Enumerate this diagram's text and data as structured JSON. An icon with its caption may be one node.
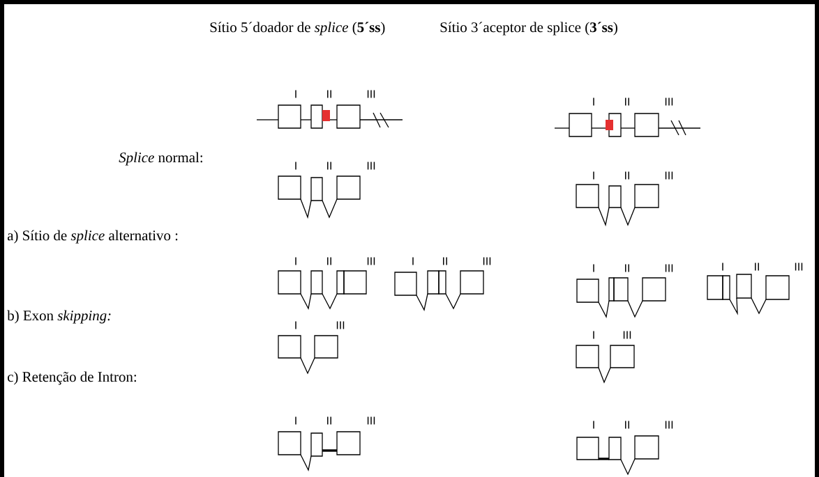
{
  "diagram": {
    "nodes": [
      {
        "text": [],
        "shape": "box",
        "beside": [
          "I"
        ]
      },
      {
        "text": [],
        "shape": "box",
        "beside": [
          "II"
        ]
      },
      {
        "text": [],
        "shape": "box"
      },
      {
        "text": [],
        "shape": "box",
        "beside": [
          "III"
        ]
      },
      {
        "text": [],
        "shape": "box",
        "beside": [
          "I"
        ]
      },
      {
        "text": [],
        "shape": "box"
      },
      {
        "text": [],
        "shape": "box",
        "beside": [
          "II"
        ]
      },
      {
        "text": [],
        "shape": "box",
        "beside": [
          "III"
        ]
      },
      {
        "text": [],
        "shape": "box",
        "beside": [
          "I"
        ]
      },
      {
        "text": [],
        "shape": "box",
        "beside": [
          "II"
        ]
      },
      {
        "text": [],
        "shape": "box",
        "beside": [
          "III"
        ]
      },
      {
        "text": [],
        "shape": "box",
        "beside": [
          "I"
        ]
      },
      {
        "text": [],
        "shape": "box",
        "beside": [
          "II"
        ]
      },
      {
        "text": [],
        "shape": "box",
        "beside": [
          "III"
        ]
      },
      {
        "text": [],
        "shape": "box",
        "beside": [
          "I"
        ]
      },
      {
        "text": [],
        "shape": "box",
        "beside": [
          "II"
        ]
      },
      {
        "text": [],
        "shape": "box"
      },
      {
        "text": [],
        "shape": "box",
        "beside": [
          "III"
        ]
      },
      {
        "text": [],
        "shape": "box",
        "beside": [
          "I"
        ]
      },
      {
        "text": [],
        "shape": "box",
        "beside": [
          "II"
        ]
      },
      {
        "text": [],
        "shape": "box"
      },
      {
        "text": [],
        "shape": "box",
        "beside": [
          "III"
        ]
      },
      {
        "text": [],
        "shape": "box",
        "beside": [
          "I"
        ]
      },
      {
        "text": [],
        "shape": "box"
      },
      {
        "text": [],
        "shape": "box",
        "beside": [
          "II"
        ]
      },
      {
        "text": [],
        "shape": "box",
        "beside": [
          "III"
        ]
      },
      {
        "text": [],
        "shape": "box",
        "beside": [
          "I"
        ]
      },
      {
        "text": [],
        "shape": "box"
      },
      {
        "text": [],
        "shape": "box",
        "beside": [
          "II"
        ]
      },
      {
        "text": [],
        "shape": "box",
        "beside": [
          "III"
        ]
      },
      {
        "text": [],
        "shape": "box",
        "beside": [
          "I"
        ]
      },
      {
        "text": [],
        "shape": "box",
        "beside": [
          "III"
        ]
      },
      {
        "text": [],
        "shape": "box",
        "beside": [
          "I"
        ]
      },
      {
        "text": [],
        "shape": "box",
        "beside": [
          "III"
        ]
      },
      {
        "text": [],
        "shape": "box",
        "beside": [
          "I"
        ]
      },
      {
        "text": [],
        "shape": "box",
        "beside": [
          "II"
        ]
      },
      {
        "text": [],
        "shape": "box",
        "beside": [
          "III"
        ]
      },
      {
        "text": [],
        "shape": "box",
        "beside": [
          "I"
        ]
      },
      {
        "text": [],
        "shape": "box",
        "beside": [
          "II"
        ]
      },
      {
        "text": [],
        "shape": "box",
        "beside": [
          "III"
        ]
      }
    ],
    "edges": [
      {
        "from": null,
        "to": 0,
        "arrow": "none"
      },
      {
        "from": 0,
        "to": 1,
        "arrow": "none"
      },
      {
        "from": 2,
        "to": 3,
        "arrow": "none"
      },
      {
        "from": 3,
        "to": null,
        "arrow": "none"
      },
      {
        "from": null,
        "to": 4,
        "arrow": "none"
      },
      {
        "from": 4,
        "to": 5,
        "arrow": "none"
      },
      {
        "from": 6,
        "to": 7,
        "arrow": "none"
      },
      {
        "from": 7,
        "to": null,
        "arrow": "none"
      },
      {
        "from": 8,
        "to": 9,
        "arrow": "none"
      },
      {
        "from": 9,
        "to": 10,
        "arrow": "none"
      },
      {
        "from": 11,
        "to": 12,
        "arrow": "none"
      },
      {
        "from": 12,
        "to": 13,
        "arrow": "none"
      },
      {
        "from": 14,
        "to": 15,
        "arrow": "none"
      },
      {
        "from": 15,
        "to": 16,
        "arrow": "none"
      },
      {
        "from": 18,
        "to": 19,
        "arrow": "none"
      },
      {
        "from": 20,
        "to": 21,
        "arrow": "none"
      },
      {
        "from": 22,
        "to": 23,
        "arrow": "none"
      },
      {
        "from": 24,
        "to": 25,
        "arrow": "none"
      },
      {
        "from": 27,
        "to": 28,
        "arrow": "none"
      },
      {
        "from": 28,
        "to": 29,
        "arrow": "none"
      },
      {
        "from": 30,
        "to": 31,
        "arrow": "none"
      },
      {
        "from": 32,
        "to": 33,
        "arrow": "none"
      },
      {
        "from": 34,
        "to": 35,
        "arrow": "none"
      },
      {
        "from": 35,
        "to": 36,
        "arrow": "none",
        "style": "thick"
      },
      {
        "from": 37,
        "to": 38,
        "arrow": "none",
        "style": "thick"
      },
      {
        "from": 38,
        "to": 39,
        "arrow": "none"
      }
    ],
    "labels": [
      "Sítio 5´doador de *splice* (**5´ss**)",
      "Sítio 3´aceptor de splice (**3´ss**)",
      "*Splice* normal:",
      "a) Sítio de *splice* alternativo :",
      "b) Exon *skipping:*",
      "c) Retenção de Intron:"
    ]
  }
}
